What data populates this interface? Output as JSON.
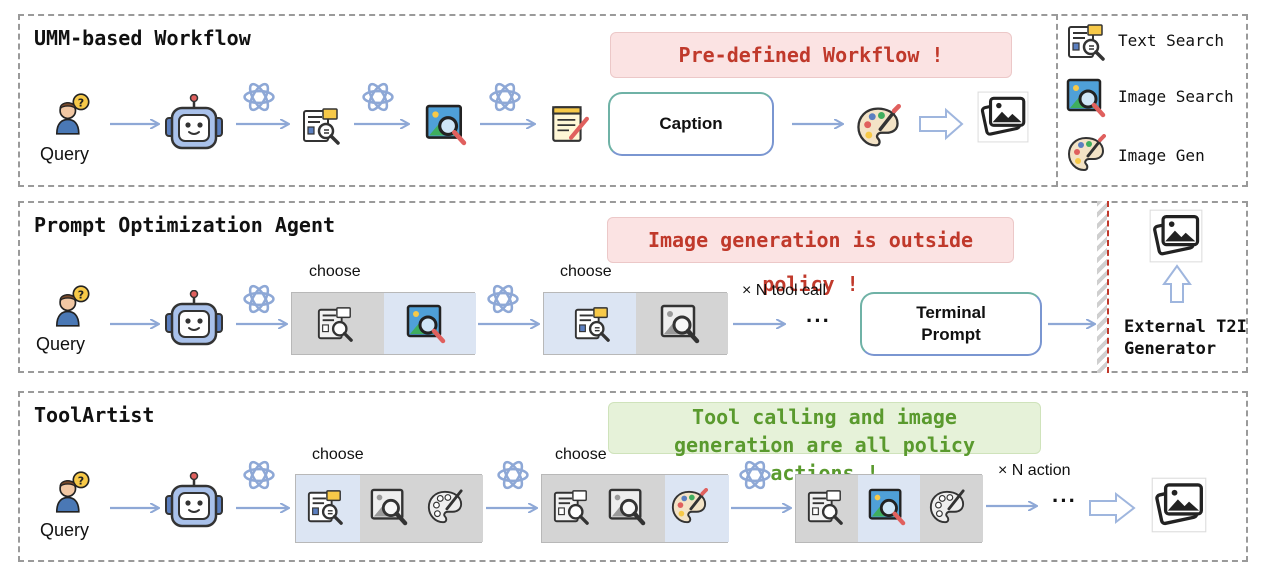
{
  "panels": {
    "umm": {
      "title": "UMM-based Workflow",
      "banner": "Pre-defined Workflow !",
      "query": "Query",
      "caption": "Caption"
    },
    "poa": {
      "title": "Prompt Optimization Agent",
      "banner": "Image generation is outside policy !",
      "query": "Query",
      "choose1": "choose",
      "choose2": "choose",
      "repeat": "× N tool call",
      "dots": "···",
      "terminal": "Terminal Prompt",
      "external": "External T2I Generator"
    },
    "ta": {
      "title": "ToolArtist",
      "banner": "Tool calling and image generation are all policy actions !",
      "query": "Query",
      "choose1": "choose",
      "choose2": "choose",
      "repeat": "× N action",
      "dots": "···"
    }
  },
  "legend": [
    {
      "icon": "text-search-icon",
      "label": "Text Search"
    },
    {
      "icon": "image-search-icon",
      "label": "Image Search"
    },
    {
      "icon": "image-gen-icon",
      "label": "Image Gen"
    }
  ],
  "colors": {
    "arrow": "#8ea8d6",
    "red_text": "#c0392b",
    "green_text": "#5a9a2e",
    "blue_cell": "#dce5f3",
    "gray_cell": "#d4d4d4"
  }
}
